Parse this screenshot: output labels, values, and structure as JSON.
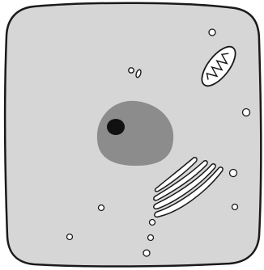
{
  "diagram": {
    "title": "",
    "colors": {
      "background": "#ffffff",
      "cytoplasm": "#d6d6d6",
      "nucleus": "#8c8c8c",
      "nucleolus": "#111111",
      "outline": "#1a1a1a",
      "organelle_fill": "#ffffff"
    },
    "parts": [
      "cell-membrane",
      "nucleus",
      "nucleolus",
      "mitochondrion",
      "golgi-apparatus",
      "centrioles",
      "vesicles"
    ]
  }
}
